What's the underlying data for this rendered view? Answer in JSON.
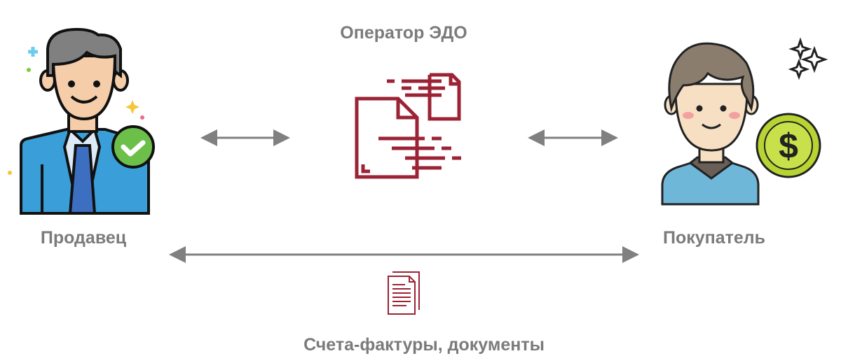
{
  "operator": {
    "label": "Оператор ЭДО",
    "icon": "documents-exchange-icon"
  },
  "seller": {
    "label": "Продавец",
    "icon": "businessman-check-icon"
  },
  "buyer": {
    "label": "Покупатель",
    "icon": "buyer-dollar-icon"
  },
  "documents": {
    "label": "Счета-фактуры, документы",
    "icon": "document-icon"
  },
  "colors": {
    "accent": "#9b2335",
    "text": "#7b7b7b",
    "arrow": "#808080",
    "suit": "#3a9fd8",
    "check": "#6cc04a",
    "coin": "#b8d433"
  }
}
